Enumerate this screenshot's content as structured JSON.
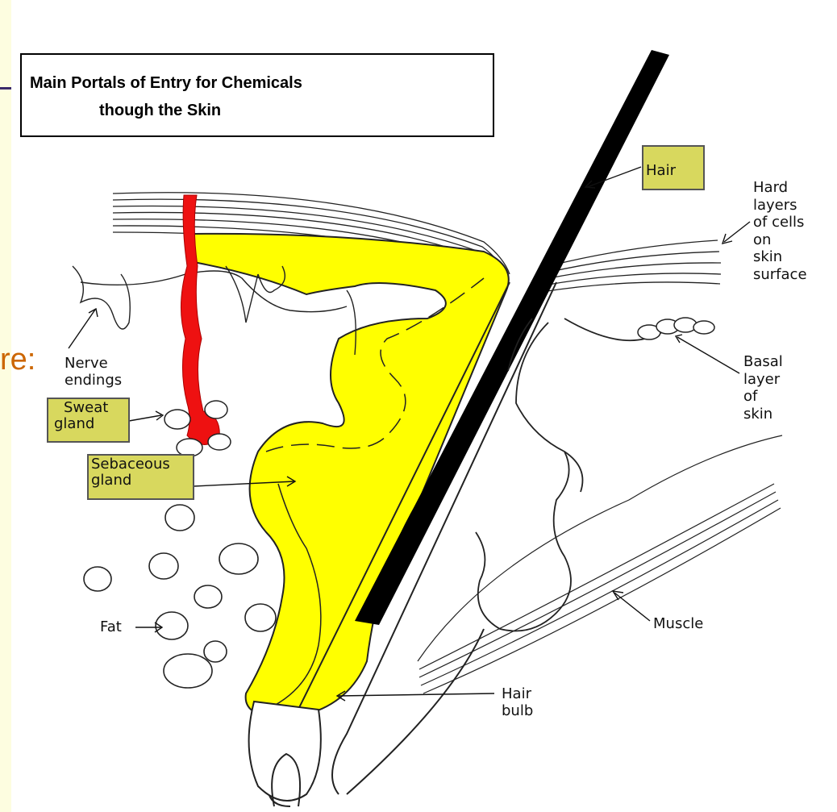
{
  "title": {
    "line1": "Main Portals of Entry for Chemicals",
    "line2": "though the Skin"
  },
  "left_fragment": "re:",
  "labels": {
    "hair": "Hair",
    "hard_layers": [
      "Hard",
      "layers",
      "of cells",
      "on",
      "skin",
      "surface"
    ],
    "basal_layer": [
      "Basal",
      "layer",
      "of",
      "skin"
    ],
    "nerve_endings": [
      "Nerve",
      "endings"
    ],
    "sweat_gland": [
      "Sweat",
      "gland"
    ],
    "sebaceous_gland": [
      "Sebaceous",
      "gland"
    ],
    "fat": "Fat",
    "muscle": "Muscle",
    "hair_bulb": [
      "Hair",
      "bulb"
    ]
  },
  "colors": {
    "background": "#fdfde0",
    "highlight_box": "#d8d85e",
    "sebaceous_fill": "#ffff00",
    "sweat_duct": "#ee1111",
    "hair_shaft": "#000000",
    "fragment_text": "#cc6600"
  }
}
